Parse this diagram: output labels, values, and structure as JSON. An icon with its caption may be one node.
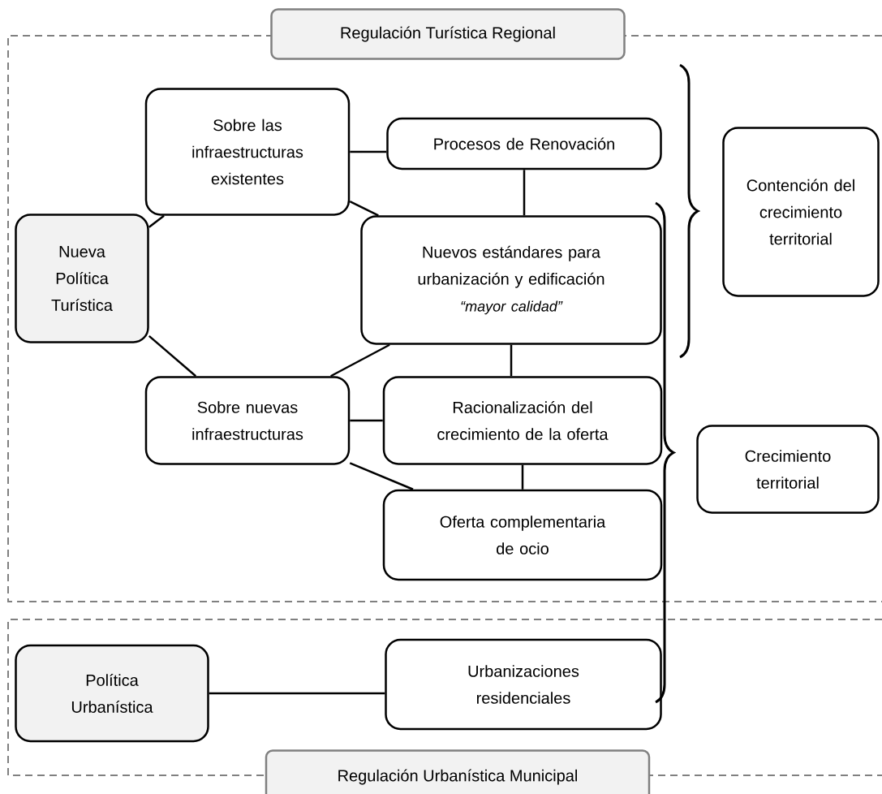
{
  "diagram": {
    "nodes": [
      {
        "text": [
          "Regulación Turística Regional"
        ]
      },
      {
        "text": [
          "Nueva Política Turística"
        ],
        "in": 0
      },
      {
        "text": [
          "Sobre las infraestructuras existentes"
        ],
        "in": 0
      },
      {
        "text": [
          "Procesos de Renovación"
        ],
        "in": 0
      },
      {
        "text": [
          "Nuevos estándares para urbanización y edificación",
          "“mayor calidad”"
        ],
        "in": 0
      },
      {
        "text": [
          "Sobre nuevas infraestructuras"
        ],
        "in": 0
      },
      {
        "text": [
          "Racionalización del crecimiento de la oferta"
        ],
        "in": 0
      },
      {
        "text": [
          "Oferta complementaria de ocio"
        ],
        "in": 0
      },
      {
        "text": [
          "Contención del crecimiento territorial"
        ],
        "in": 0
      },
      {
        "text": [
          "Crecimiento territorial"
        ],
        "in": 0
      },
      {
        "text": [
          "Regulación Urbanística Municipal"
        ]
      },
      {
        "text": [
          "Política Urbanística"
        ],
        "in": 10
      },
      {
        "text": [
          "Urbanizaciones residenciales"
        ],
        "in": 10
      }
    ],
    "edges": [
      {
        "from": 1,
        "to": 2,
        "arrow": "none"
      },
      {
        "from": 1,
        "to": 5,
        "arrow": "none"
      },
      {
        "from": 2,
        "to": 3,
        "arrow": "none"
      },
      {
        "from": 2,
        "to": 4,
        "arrow": "none"
      },
      {
        "from": 3,
        "to": 4,
        "arrow": "none"
      },
      {
        "from": 4,
        "to": 5,
        "arrow": "none"
      },
      {
        "from": 4,
        "to": 6,
        "arrow": "none"
      },
      {
        "from": 5,
        "to": 6,
        "arrow": "none"
      },
      {
        "from": 5,
        "to": 7,
        "arrow": "none"
      },
      {
        "from": 6,
        "to": 7,
        "arrow": "none"
      },
      {
        "from": 11,
        "to": 12,
        "arrow": "none"
      }
    ]
  }
}
